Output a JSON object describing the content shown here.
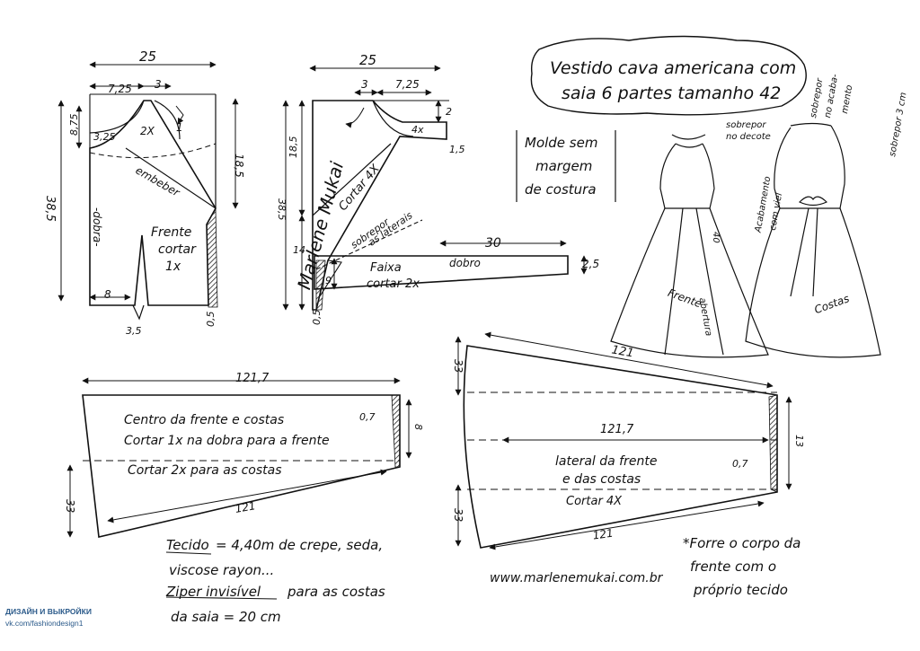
{
  "title": {
    "line1": "Vestido cava americana com",
    "line2": "saia 6 partes tamanho 42"
  },
  "molde": {
    "l1": "Molde sem",
    "l2": "margem",
    "l3": "de costura"
  },
  "front_bodice": {
    "w": "25",
    "a": "7,25",
    "b": "3",
    "c": "8,75",
    "d": "3,25",
    "e": "2X",
    "f": "1",
    "h": "38,5",
    "g": "18,5",
    "embeber": "embeber",
    "dobra": "-dobra-",
    "label1": "Frente",
    "label2": "cortar",
    "label3": "1x",
    "bottom": "8",
    "dart": "3,5",
    "edge": "0,5"
  },
  "back_bodice": {
    "w": "25",
    "a": "3",
    "b": "7,25",
    "c": "2",
    "d": "4x",
    "e": "1,5",
    "h1": "18,5",
    "h2": "38,5",
    "h3": "14",
    "cut": "Cortar 4X",
    "sob1": "sobrepor",
    "sob2": "as laterais",
    "nine": "9",
    "edge": "0,5"
  },
  "faixa": {
    "len": "30",
    "dobro": "dobro",
    "w": "2,5",
    "l1": "Faixa",
    "l2": "cortar 2x"
  },
  "center_panel": {
    "top": "121,7",
    "bottom": "121",
    "h": "33",
    "r1": "0,7",
    "r2": "8",
    "l1": "Centro da frente e costas",
    "l2": "Cortar 1x na dobra para a frente",
    "l3": "Cortar 2x para as costas"
  },
  "side_panel": {
    "top": "121",
    "mid": "121,7",
    "bottom": "121",
    "h1": "33",
    "h2": "33",
    "r": "13",
    "r2": "0,7",
    "l1": "lateral da frente",
    "l2": "e das costas",
    "l3": "Cortar 4X"
  },
  "sketch": {
    "s1": "sobrepor",
    "s2": "no decote",
    "front": "Frente",
    "abert": "abertura",
    "back": "Costas",
    "acab": "Acabamento",
    "viel": "com viel",
    "s3": "sobrepor",
    "s4": "no acaba-",
    "s5": "mento",
    "s6": "sobrepor 3 cm",
    "n": "40"
  },
  "notes": {
    "t1": "Tecido",
    "t2": "= 4,40m de crepe, seda,",
    "t3": "viscose rayon...",
    "z1": "Ziper invisível",
    "z2": "para as costas",
    "z3": "da saia = 20 cm",
    "f1": "*Forre o corpo da",
    "f2": "frente com o",
    "f3": "próprio tecido",
    "site": "www.marlenemukai.com.br",
    "sign": "Marlene Mukai"
  },
  "watermark": {
    "line1": "ДИЗАЙН И ВЫКРОЙКИ",
    "line2": "vk.com/fashiondesign1"
  }
}
